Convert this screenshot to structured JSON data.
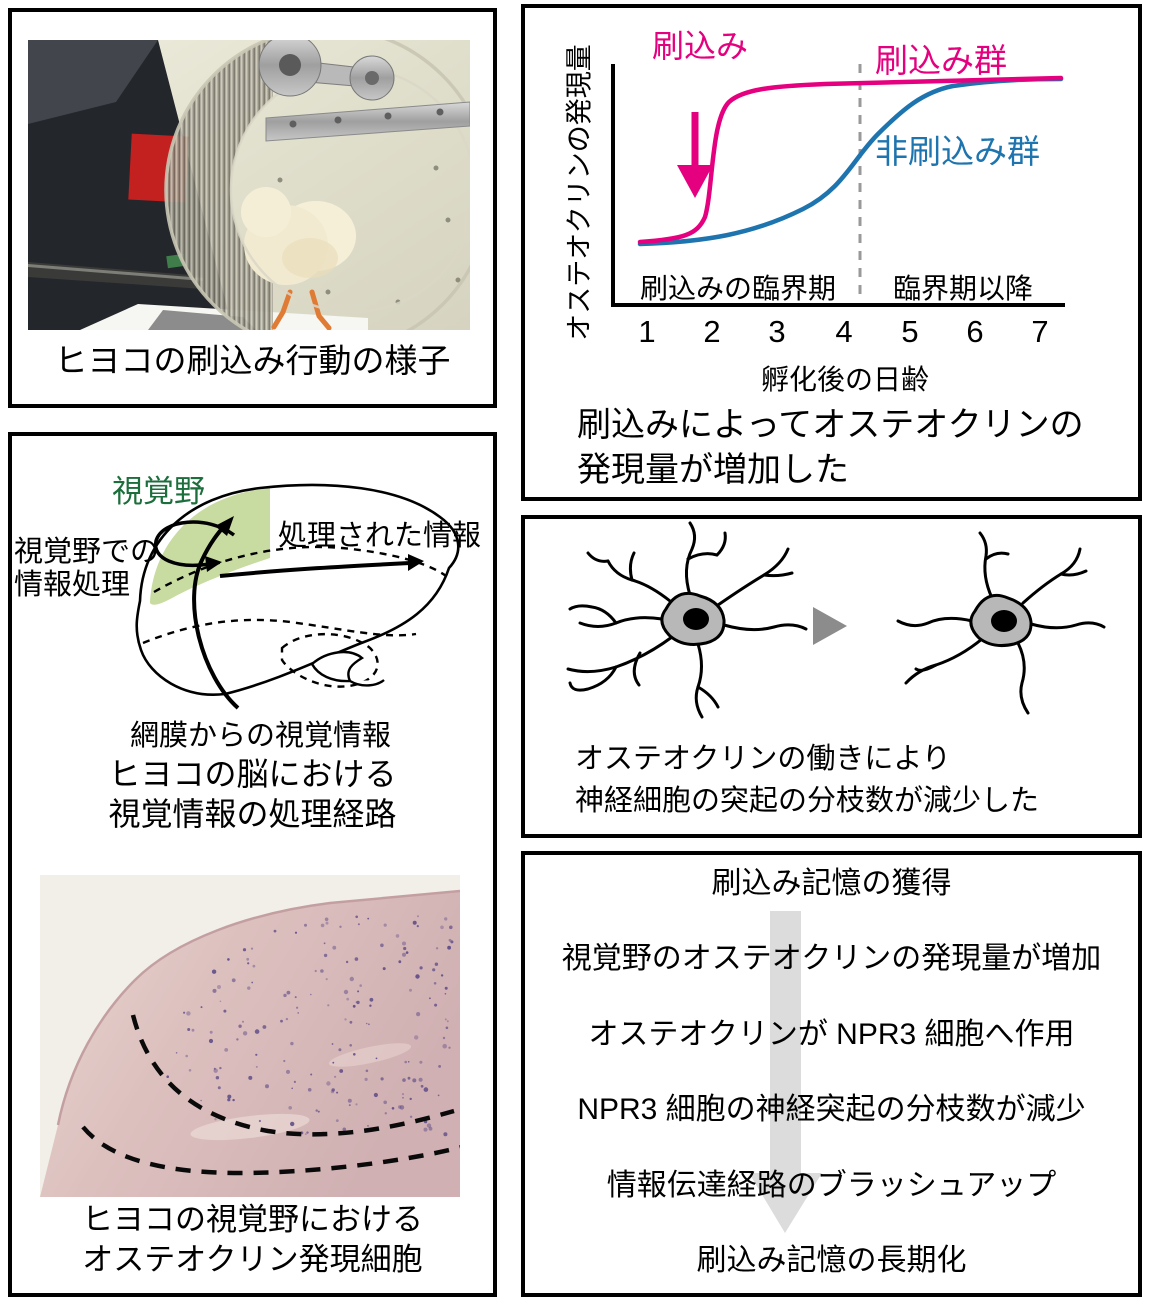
{
  "colors": {
    "magenta": "#e4007f",
    "blue": "#1e74ae",
    "green_area": "#c8dba0",
    "green_text": "#1c6e3c",
    "flow_arrow_gray": "#dcdcdc",
    "neuron_body_gray": "#b8b8b8",
    "transition_triangle_gray": "#8c8c8c",
    "critical_line_gray": "#999999"
  },
  "photo_panel": {
    "caption": "ヒヨコの刷込み行動の様子"
  },
  "chart_panel": {
    "ylabel": "オステオクリンの発現量",
    "imprinting_label": "刷込み",
    "legend_imprinted": "刷込み群",
    "legend_non_imprinted": "非刷込み群",
    "region_left": "刷込みの臨界期",
    "region_right": "臨界期以降",
    "ticks": [
      "1",
      "2",
      "3",
      "4",
      "5",
      "6",
      "7"
    ],
    "xlabel": "孵化後の日齢",
    "caption_line1": "刷込みによってオステオクリンの",
    "caption_line2": "発現量が増加した"
  },
  "brain_panel": {
    "visual_area_label": "視覚野",
    "processed_info_label": "処理された情報",
    "processing_label_line1": "視覚野での",
    "processing_label_line2": "情報処理",
    "retina_label": "網膜からの視覚情報",
    "caption_line1": "ヒヨコの脳における",
    "caption_line2": "視覚情報の処理経路"
  },
  "microscopy_panel": {
    "caption_line1": "ヒヨコの視覚野における",
    "caption_line2": "オステオクリン発現細胞"
  },
  "neuron_panel": {
    "caption_line1": "オステオクリンの働きにより",
    "caption_line2": "神経細胞の突起の分枝数が減少した"
  },
  "flow_panel": {
    "steps": [
      "刷込み記憶の獲得",
      "視覚野のオステオクリンの発現量が増加",
      "オステオクリンが NPR3 細胞へ作用",
      "NPR3 細胞の神経突起の分枝数が減少",
      "情報伝達経路のブラッシュアップ",
      "刷込み記憶の長期化"
    ]
  },
  "chart_data": {
    "type": "line",
    "title": "刷込みによってオステオクリンの発現量が増加した",
    "xlabel": "孵化後の日齢",
    "ylabel": "オステオクリンの発現量",
    "x_ticks": [
      1,
      2,
      3,
      4,
      5,
      6,
      7
    ],
    "x_range": [
      1,
      7
    ],
    "ylim": [
      0,
      1
    ],
    "y_ticks": [],
    "grid": false,
    "legend_position": "labels-near-curves",
    "series": [
      {
        "name": "刷込み群",
        "color": "#e4007f",
        "x": [
          1,
          1.5,
          1.8,
          2.0,
          2.2,
          2.5,
          3,
          4,
          5,
          6,
          7
        ],
        "y": [
          0.06,
          0.08,
          0.15,
          0.5,
          0.82,
          0.93,
          0.95,
          0.96,
          0.97,
          0.97,
          0.98
        ]
      },
      {
        "name": "非刷込み群",
        "color": "#1e74ae",
        "x": [
          1,
          1.5,
          2,
          2.5,
          3,
          3.5,
          4,
          4.5,
          5,
          6,
          7
        ],
        "y": [
          0.06,
          0.07,
          0.09,
          0.14,
          0.25,
          0.45,
          0.7,
          0.87,
          0.94,
          0.96,
          0.97
        ]
      }
    ],
    "annotations": [
      {
        "type": "arrow-down",
        "text": "刷込み",
        "color": "#e4007f",
        "x": 1.8
      },
      {
        "type": "vline-dashed",
        "x": 4.1,
        "color": "#999999"
      },
      {
        "type": "region-label",
        "text": "刷込みの臨界期",
        "x_range": [
          1,
          4
        ]
      },
      {
        "type": "region-label",
        "text": "臨界期以降",
        "x_range": [
          4,
          7
        ]
      }
    ]
  }
}
